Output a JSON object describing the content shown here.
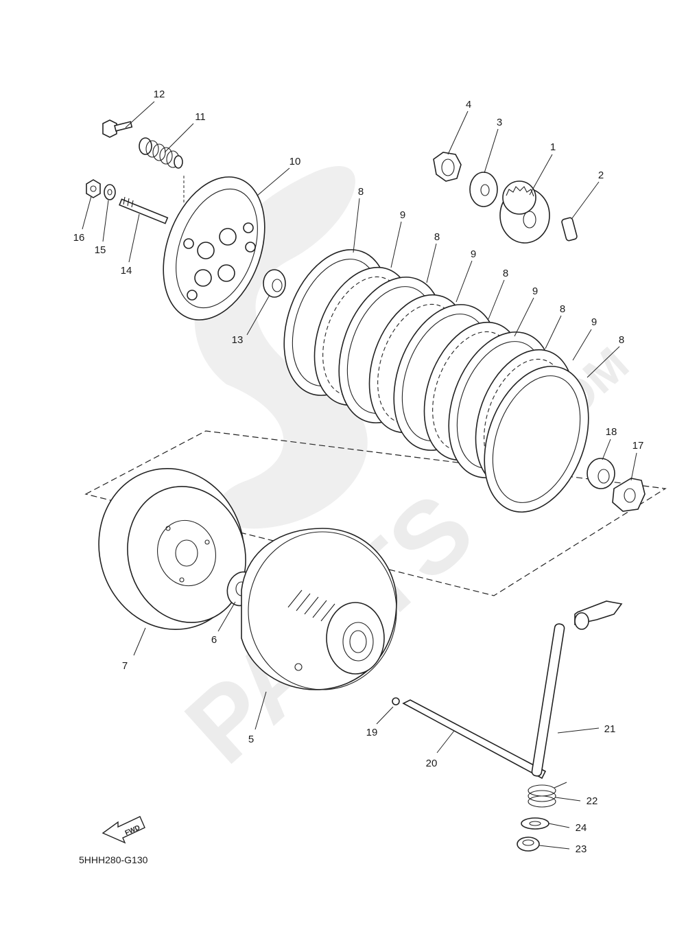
{
  "watermark": {
    "main": "PARTS",
    "suffix": ".COM"
  },
  "diagram_code": "5HHH280-G130",
  "fwd_label": "FWD",
  "callouts": [
    "1",
    "2",
    "3",
    "4",
    "5",
    "6",
    "7",
    "8",
    "9",
    "10",
    "11",
    "12",
    "13",
    "14",
    "15",
    "16",
    "17",
    "18",
    "19",
    "20",
    "21",
    "22",
    "23",
    "24"
  ]
}
